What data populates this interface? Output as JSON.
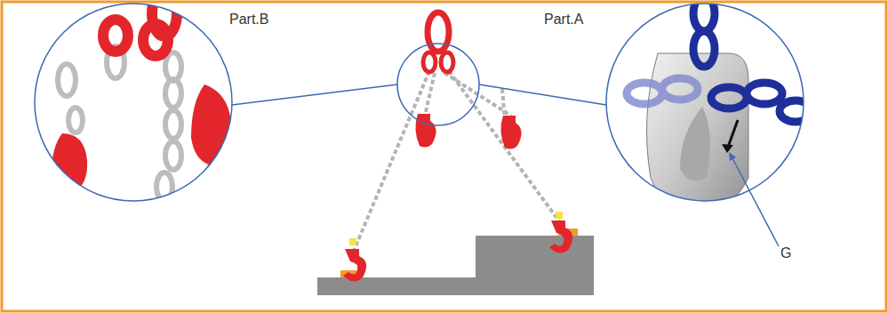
{
  "diagram": {
    "labels": [
      "Part.B",
      "Part.A",
      "G"
    ]
  }
}
